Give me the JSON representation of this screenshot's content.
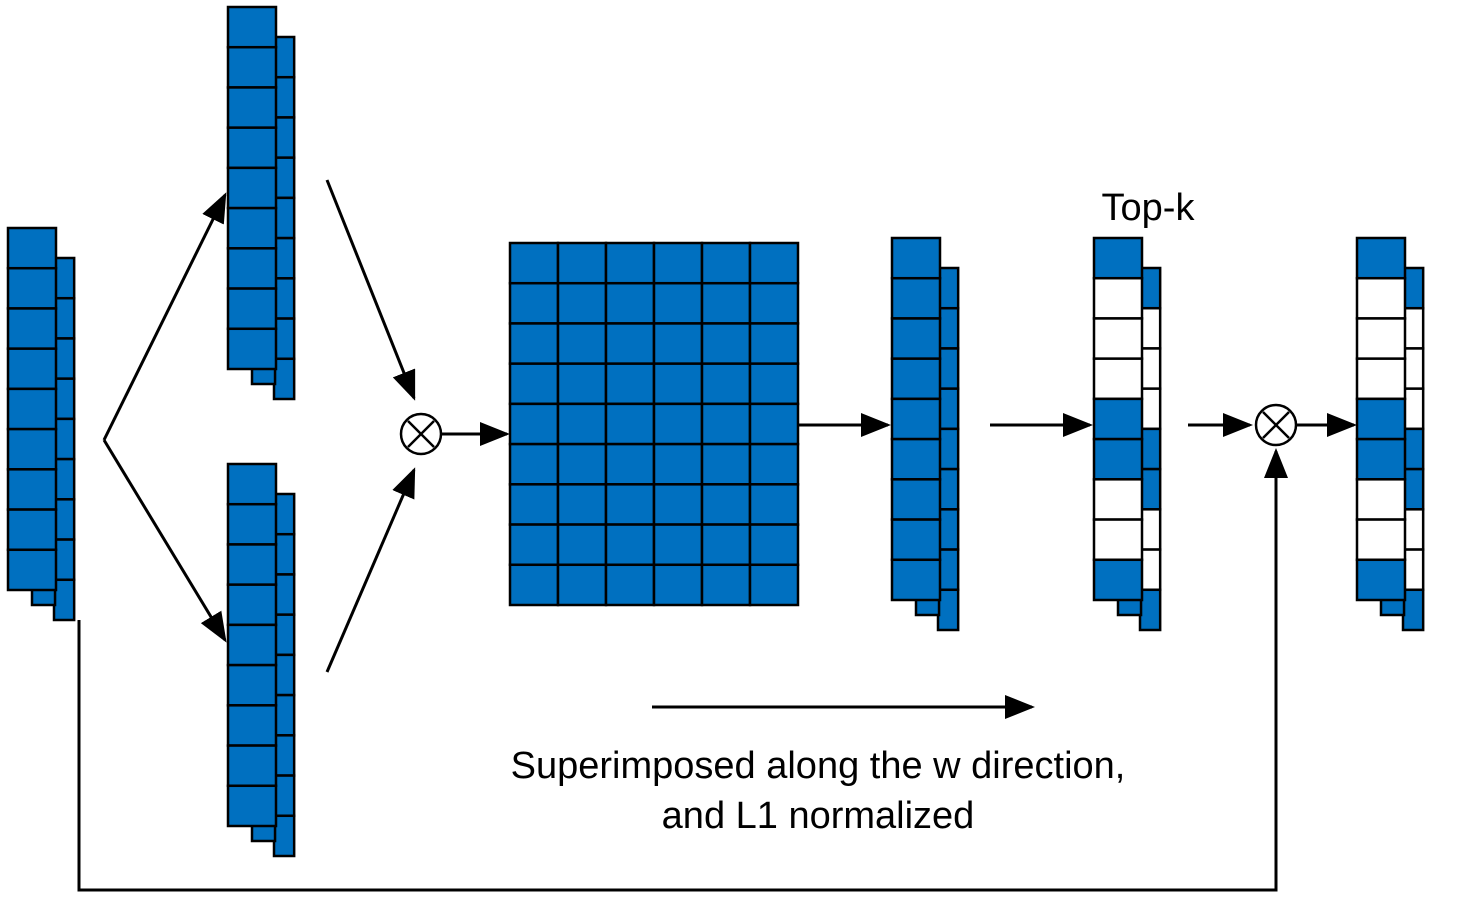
{
  "colors": {
    "cell_fill": "#0070C0",
    "cell_empty": "#FFFFFF",
    "stroke": "#000000",
    "background": "#FFFFFF"
  },
  "diagram": {
    "labels": {
      "topk": "Top-k",
      "note_line1": "Superimposed along the w direction,",
      "note_line2": "and L1 normalized"
    },
    "operators": [
      {
        "id": "multiply-1",
        "symbol": "⊗"
      },
      {
        "id": "multiply-2",
        "symbol": "⊗"
      }
    ],
    "topk_selected_rows": [
      0,
      4,
      5,
      8
    ]
  }
}
